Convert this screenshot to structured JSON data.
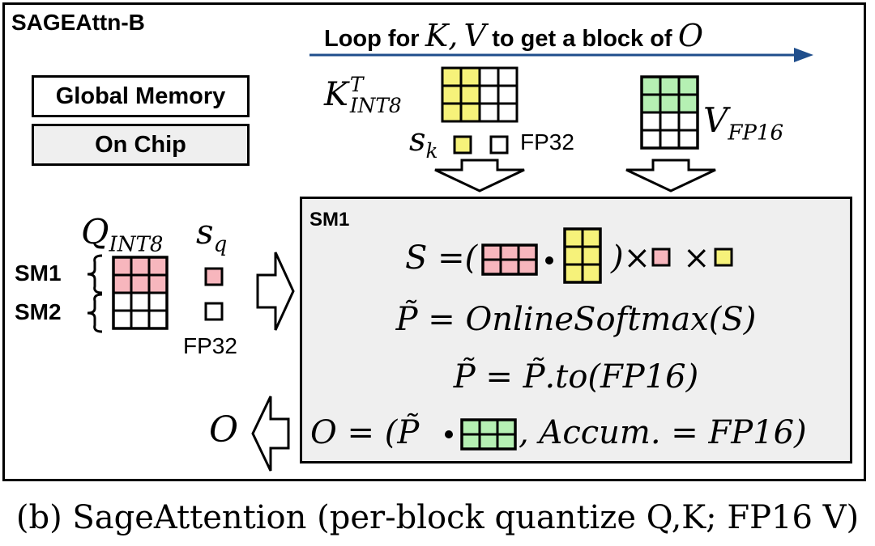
{
  "title": "SAGEAttn-B",
  "loop_label": {
    "text": "Loop for",
    "k": "K,",
    "v": "V",
    "to_get": "to get a block of",
    "o": "O"
  },
  "legend": {
    "global_memory": "Global Memory",
    "on_chip": "On Chip"
  },
  "k_tensor": {
    "base": "K",
    "sup": "T",
    "sub": "INT8"
  },
  "v_tensor": {
    "base": "V",
    "sub": "FP16"
  },
  "sk": {
    "base": "s",
    "sub": "k"
  },
  "fp32_top": "FP32",
  "q_tensor": {
    "base": "Q",
    "sub": "INT8"
  },
  "sq": {
    "base": "s",
    "sub": "q"
  },
  "fp32_left": "FP32",
  "sm_labels": {
    "sm1": "SM1",
    "sm2": "SM2"
  },
  "sm1_box_label": "SM1",
  "formulas": {
    "s_lhs": "S =(",
    "s_mid": ")×",
    "s_times": "×",
    "p1": "P̃ = OnlineSoftmax(S)",
    "p2": "P̃ = P̃.to(FP16)",
    "o_lhs": "O = (P̃",
    "o_rhs": ", Accum. = FP16)"
  },
  "output_label": "O",
  "caption": "(b) SageAttention (per-block quantize Q,K; FP16 V)",
  "colors": {
    "pink": "#f7b6bd",
    "yellow": "#f6f27a",
    "green": "#b5f0b3",
    "arrow_blue": "#1f4e8c",
    "on_chip_fill": "#efefef"
  }
}
